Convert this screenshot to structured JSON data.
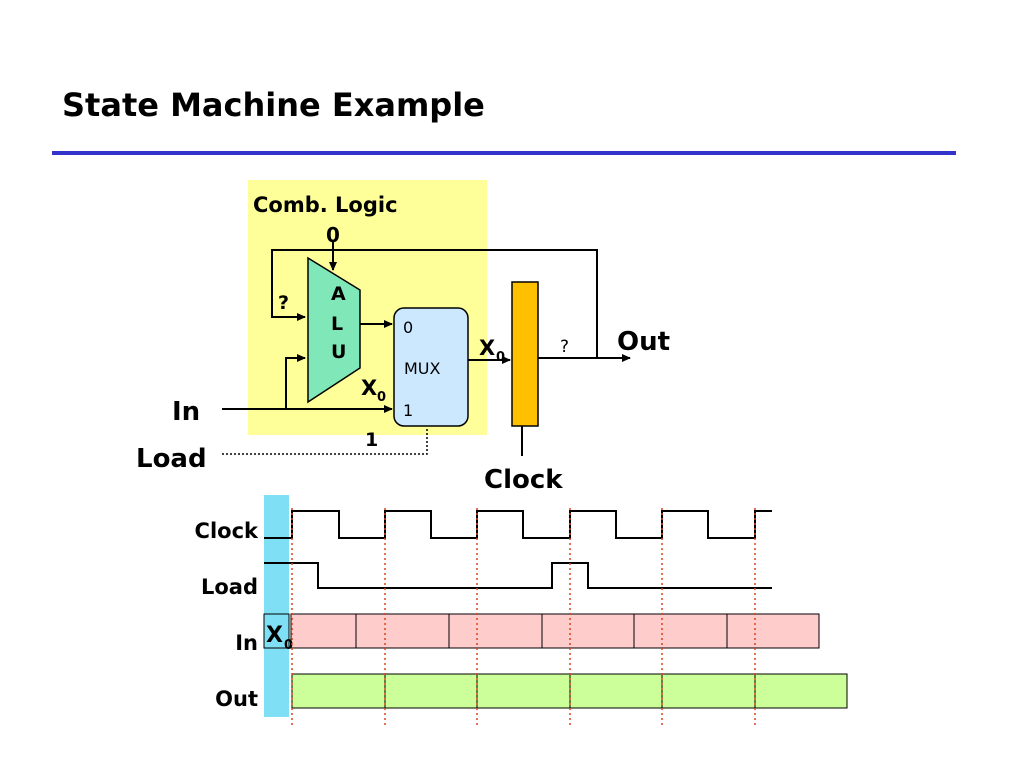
{
  "slide": {
    "title": "State Machine Example"
  },
  "circuit": {
    "comb_logic_label": "Comb. Logic",
    "alu_label": [
      "A",
      "L",
      "U"
    ],
    "alu_top_input_value": "0",
    "alu_feedback_value": "?",
    "mux_label": "MUX",
    "mux_input_0_label": "0",
    "mux_input_1_label": "1",
    "mux_input_x_value": "X",
    "mux_output_value": "X",
    "subscript_zero": "0",
    "select_value": "1",
    "register_output_value": "?",
    "in_label": "In",
    "load_label": "Load",
    "out_label": "Out",
    "clock_label": "Clock"
  },
  "timing": {
    "signals": [
      "Clock",
      "Load",
      "In",
      "Out"
    ],
    "in_first_value": "X",
    "in_first_subscript": "0",
    "colors": {
      "highlight": "#7fe0f5",
      "in_band": "#ffcccc",
      "out_band": "#ccff99",
      "clock_edge": "#e0401a"
    }
  },
  "colors": {
    "title_rule": "#3333cc",
    "comb_logic_bg": "#ffff99",
    "alu_fill": "#80e8b8",
    "mux_fill": "#cce8ff",
    "register_fill": "#ffc000"
  }
}
